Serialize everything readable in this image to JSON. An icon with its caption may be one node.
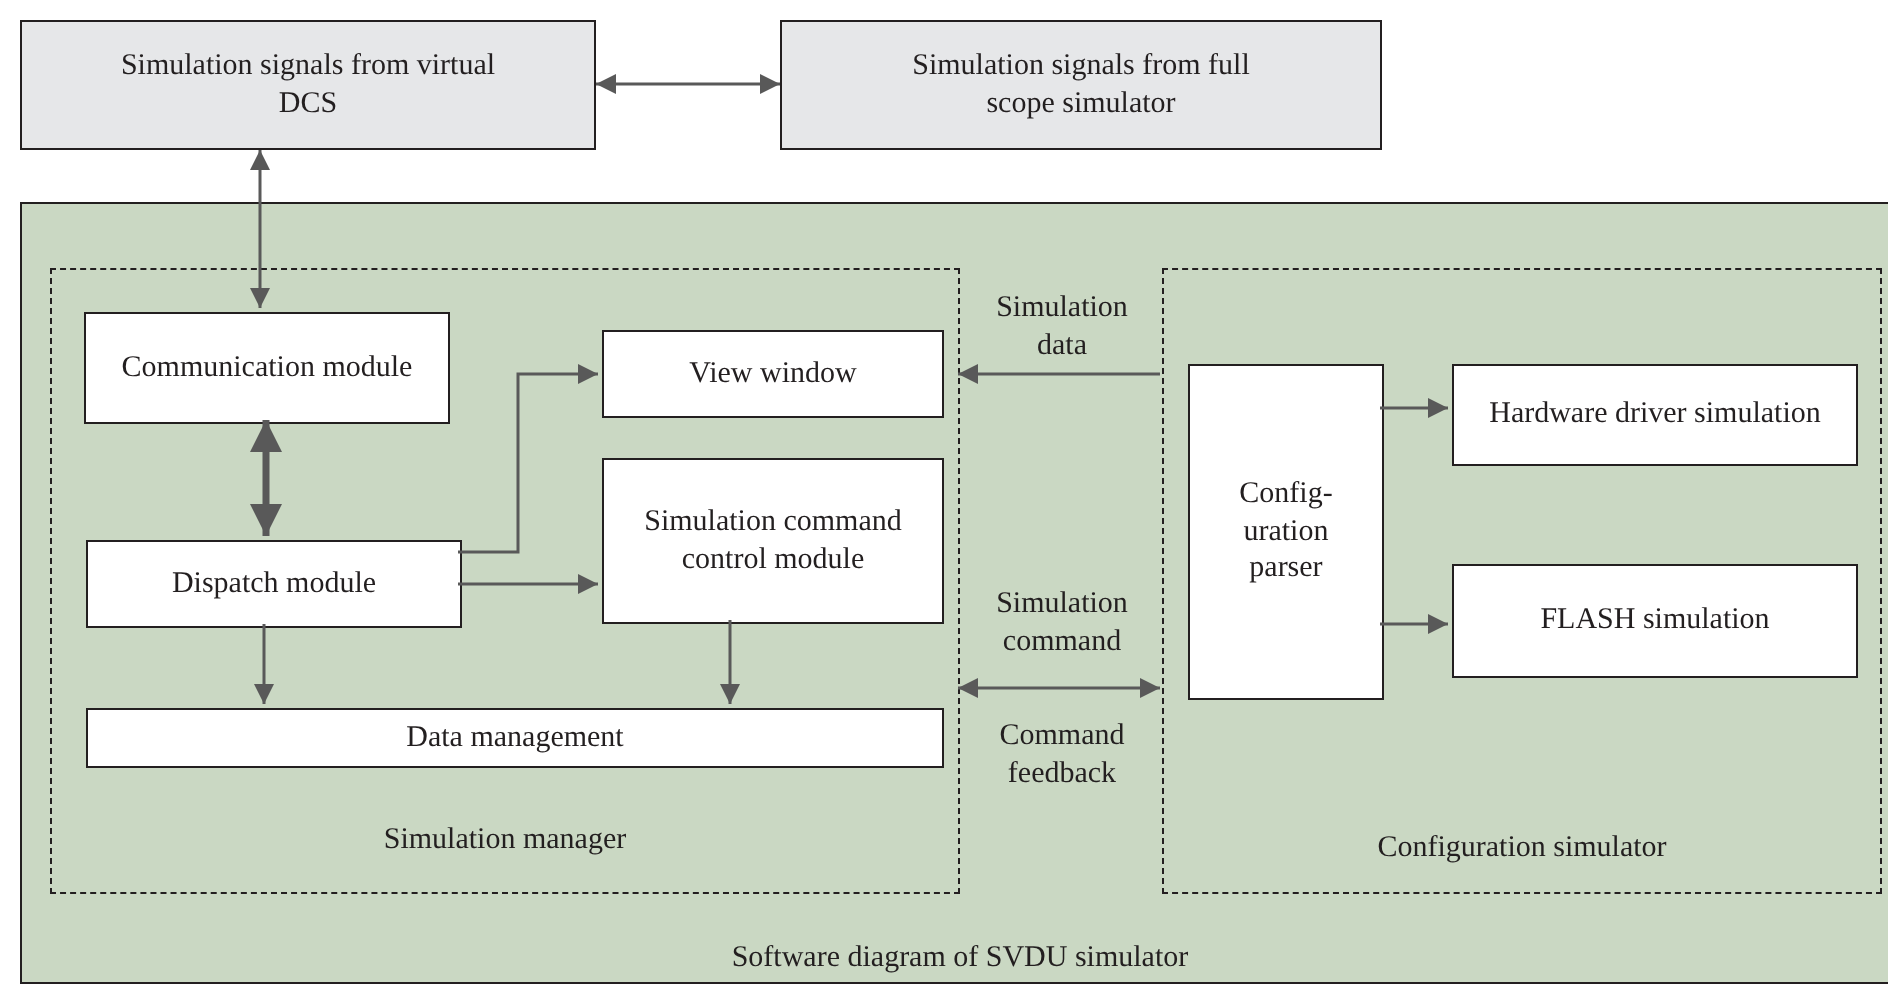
{
  "diagram": {
    "nodes": [
      {
        "text": [
          "Simulation signals from virtual DCS"
        ]
      },
      {
        "text": [
          "Simulation signals from full scope simulator"
        ]
      },
      {
        "text": [
          "Software diagram of SVDU simulator"
        ]
      },
      {
        "text": [
          "Simulation manager"
        ],
        "in": 2
      },
      {
        "text": [
          "Communication module"
        ],
        "in": 3
      },
      {
        "text": [
          "View window"
        ],
        "in": 3
      },
      {
        "text": [
          "Dispatch module"
        ],
        "in": 3
      },
      {
        "text": [
          "Simulation command control module"
        ],
        "in": 3
      },
      {
        "text": [
          "Data management"
        ],
        "in": 3
      },
      {
        "text": [
          "Configuration simulator"
        ],
        "in": 2
      },
      {
        "text": [
          "Config- uration parser"
        ],
        "in": 9
      },
      {
        "text": [
          "Hardware driver simulation"
        ],
        "in": 9
      },
      {
        "text": [
          "FLASH simulation"
        ],
        "in": 9
      }
    ],
    "edges": [
      {
        "from": 0,
        "to": 1,
        "arrow": "both"
      },
      {
        "from": 0,
        "to": 4,
        "arrow": "both"
      },
      {
        "from": 4,
        "to": 6,
        "arrow": "both",
        "style": "thick"
      },
      {
        "from": 6,
        "to": 5,
        "arrow": "to"
      },
      {
        "from": 6,
        "to": 7,
        "arrow": "to"
      },
      {
        "from": 6,
        "to": 8,
        "arrow": "to"
      },
      {
        "from": 7,
        "to": 8,
        "arrow": "to"
      },
      {
        "from": 9,
        "to": 3,
        "arrow": "to",
        "label": "Simulation data"
      },
      {
        "from": 3,
        "to": 9,
        "arrow": "both",
        "label": "Simulation command"
      },
      {
        "from": 10,
        "to": 11,
        "arrow": "to"
      },
      {
        "from": 10,
        "to": 12,
        "arrow": "to"
      }
    ],
    "labels": [
      "Command feedback"
    ]
  }
}
